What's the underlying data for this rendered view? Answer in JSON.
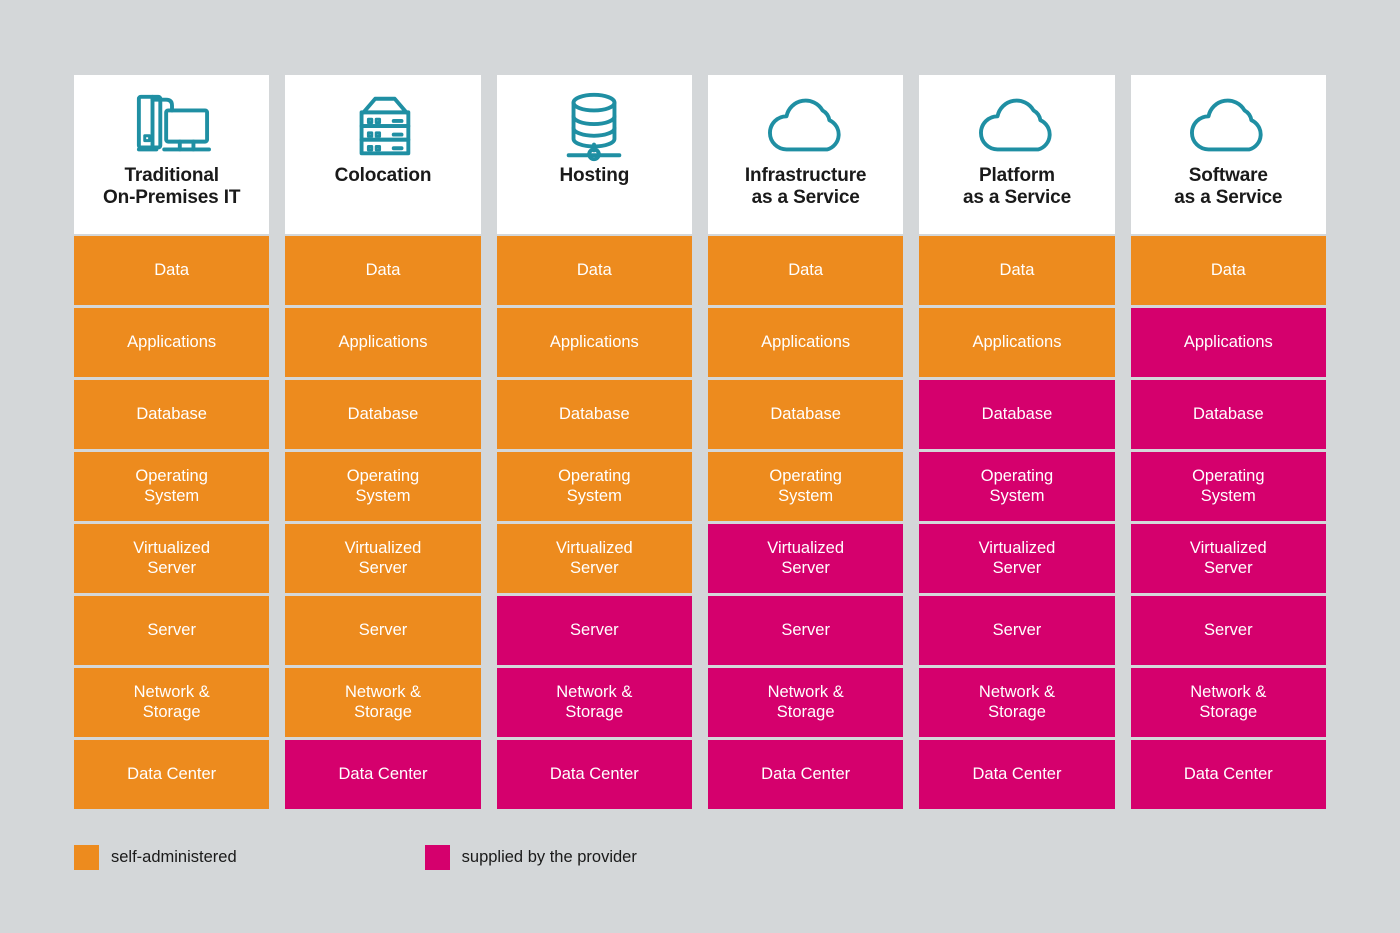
{
  "theme": {
    "background": "#d4d7d9",
    "card_background": "#ffffff",
    "self_administered_color": "#ed8b1e",
    "provider_color": "#d5006d",
    "icon_color": "#1f8fa3",
    "title_color": "#1a1a1a",
    "cell_text_color": "#ffffff"
  },
  "layers": [
    "Data",
    "Applications",
    "Database",
    "Operating\nSystem",
    "Virtualized\nServer",
    "Server",
    "Network &\nStorage",
    "Data Center"
  ],
  "columns": [
    {
      "title": "Traditional\nOn-Premises IT",
      "icon": "desktop-computer-icon",
      "cells": [
        {
          "label": "Data",
          "owner": "self"
        },
        {
          "label": "Applications",
          "owner": "self"
        },
        {
          "label": "Database",
          "owner": "self"
        },
        {
          "label": "Operating\nSystem",
          "owner": "self"
        },
        {
          "label": "Virtualized\nServer",
          "owner": "self"
        },
        {
          "label": "Server",
          "owner": "self"
        },
        {
          "label": "Network &\nStorage",
          "owner": "self"
        },
        {
          "label": "Data Center",
          "owner": "self"
        }
      ]
    },
    {
      "title": "Colocation",
      "icon": "server-rack-icon",
      "cells": [
        {
          "label": "Data",
          "owner": "self"
        },
        {
          "label": "Applications",
          "owner": "self"
        },
        {
          "label": "Database",
          "owner": "self"
        },
        {
          "label": "Operating\nSystem",
          "owner": "self"
        },
        {
          "label": "Virtualized\nServer",
          "owner": "self"
        },
        {
          "label": "Server",
          "owner": "self"
        },
        {
          "label": "Network &\nStorage",
          "owner": "self"
        },
        {
          "label": "Data Center",
          "owner": "provider"
        }
      ]
    },
    {
      "title": "Hosting",
      "icon": "database-network-icon",
      "cells": [
        {
          "label": "Data",
          "owner": "self"
        },
        {
          "label": "Applications",
          "owner": "self"
        },
        {
          "label": "Database",
          "owner": "self"
        },
        {
          "label": "Operating\nSystem",
          "owner": "self"
        },
        {
          "label": "Virtualized\nServer",
          "owner": "self"
        },
        {
          "label": "Server",
          "owner": "provider"
        },
        {
          "label": "Network &\nStorage",
          "owner": "provider"
        },
        {
          "label": "Data Center",
          "owner": "provider"
        }
      ]
    },
    {
      "title": "Infrastructure\nas a Service",
      "icon": "cloud-icon",
      "cells": [
        {
          "label": "Data",
          "owner": "self"
        },
        {
          "label": "Applications",
          "owner": "self"
        },
        {
          "label": "Database",
          "owner": "self"
        },
        {
          "label": "Operating\nSystem",
          "owner": "self"
        },
        {
          "label": "Virtualized\nServer",
          "owner": "provider"
        },
        {
          "label": "Server",
          "owner": "provider"
        },
        {
          "label": "Network &\nStorage",
          "owner": "provider"
        },
        {
          "label": "Data Center",
          "owner": "provider"
        }
      ]
    },
    {
      "title": "Platform\nas a Service",
      "icon": "cloud-icon",
      "cells": [
        {
          "label": "Data",
          "owner": "self"
        },
        {
          "label": "Applications",
          "owner": "self"
        },
        {
          "label": "Database",
          "owner": "provider"
        },
        {
          "label": "Operating\nSystem",
          "owner": "provider"
        },
        {
          "label": "Virtualized\nServer",
          "owner": "provider"
        },
        {
          "label": "Server",
          "owner": "provider"
        },
        {
          "label": "Network &\nStorage",
          "owner": "provider"
        },
        {
          "label": "Data Center",
          "owner": "provider"
        }
      ]
    },
    {
      "title": "Software\nas a Service",
      "icon": "cloud-icon",
      "cells": [
        {
          "label": "Data",
          "owner": "self"
        },
        {
          "label": "Applications",
          "owner": "provider"
        },
        {
          "label": "Database",
          "owner": "provider"
        },
        {
          "label": "Operating\nSystem",
          "owner": "provider"
        },
        {
          "label": "Virtualized\nServer",
          "owner": "provider"
        },
        {
          "label": "Server",
          "owner": "provider"
        },
        {
          "label": "Network &\nStorage",
          "owner": "provider"
        },
        {
          "label": "Data Center",
          "owner": "provider"
        }
      ]
    }
  ],
  "legend": [
    {
      "label": "self-administered",
      "owner": "self"
    },
    {
      "label": "supplied by the provider",
      "owner": "provider"
    }
  ]
}
